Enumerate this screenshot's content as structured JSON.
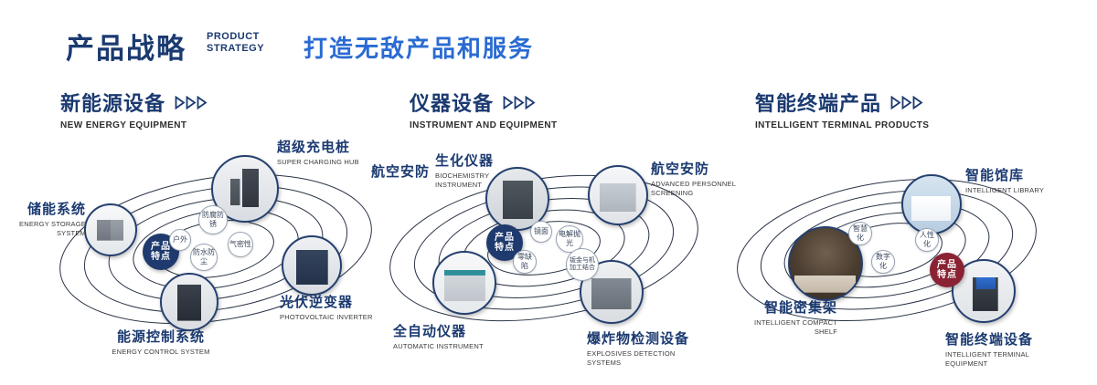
{
  "colors": {
    "navy": "#1b3a70",
    "slogan_blue": "#2a6bd2",
    "badge_navy": "#1e3a6e",
    "badge_red": "#8a2233"
  },
  "header": {
    "title_zh": "产品战略",
    "title_en_line1": "PRODUCT",
    "title_en_line2": "STRATEGY",
    "slogan": "打造无敌产品和服务"
  },
  "badge": {
    "line1": "产品",
    "line2": "特点"
  },
  "sections": [
    {
      "title_zh": "新能源设备",
      "title_en": "NEW ENERGY EQUIPMENT",
      "tags": [
        "防腐防锈",
        "户外",
        "气密性",
        "防水防尘"
      ],
      "products": [
        {
          "zh": "超级充电桩",
          "en": "SUPER CHARGING HUB"
        },
        {
          "zh": "储能系统",
          "en": "ENERGY STORAGE SYSTEM"
        },
        {
          "zh": "光伏逆变器",
          "en": "PHOTOVOLTAIC INVERTER"
        },
        {
          "zh": "能源控制系统",
          "en": "ENERGY CONTROL SYSTEM"
        }
      ]
    },
    {
      "title_zh": "仪器设备",
      "title_en": "INSTRUMENT AND EQUIPMENT",
      "extra_label": "航空安防",
      "tags": [
        "镜面",
        "电解抛光",
        "零缺陷",
        "钣金与机加工结合"
      ],
      "products": [
        {
          "zh": "生化仪器",
          "en": "BIOCHEMISTRY INSTRUMENT"
        },
        {
          "zh": "航空安防",
          "en": "ADVANCED PERSONNEL SCREENING"
        },
        {
          "zh": "全自动仪器",
          "en": "AUTOMATIC INSTRUMENT"
        },
        {
          "zh": "爆炸物检测设备",
          "en": "EXPLOSIVES DETECTION SYSTEMS"
        }
      ]
    },
    {
      "title_zh": "智能终端产品",
      "title_en": "INTELLIGENT TERMINAL PRODUCTS",
      "tags": [
        "智慧化",
        "人性化",
        "数字化"
      ],
      "products": [
        {
          "zh": "智能馆库",
          "en": "INTELLIGENT LIBRARY"
        },
        {
          "zh": "智能密集架",
          "en": "INTELLIGENT COMPACT SHELF"
        },
        {
          "zh": "智能终端设备",
          "en": "INTELLIGENT TERMINAL EQUIPMENT"
        }
      ]
    }
  ]
}
